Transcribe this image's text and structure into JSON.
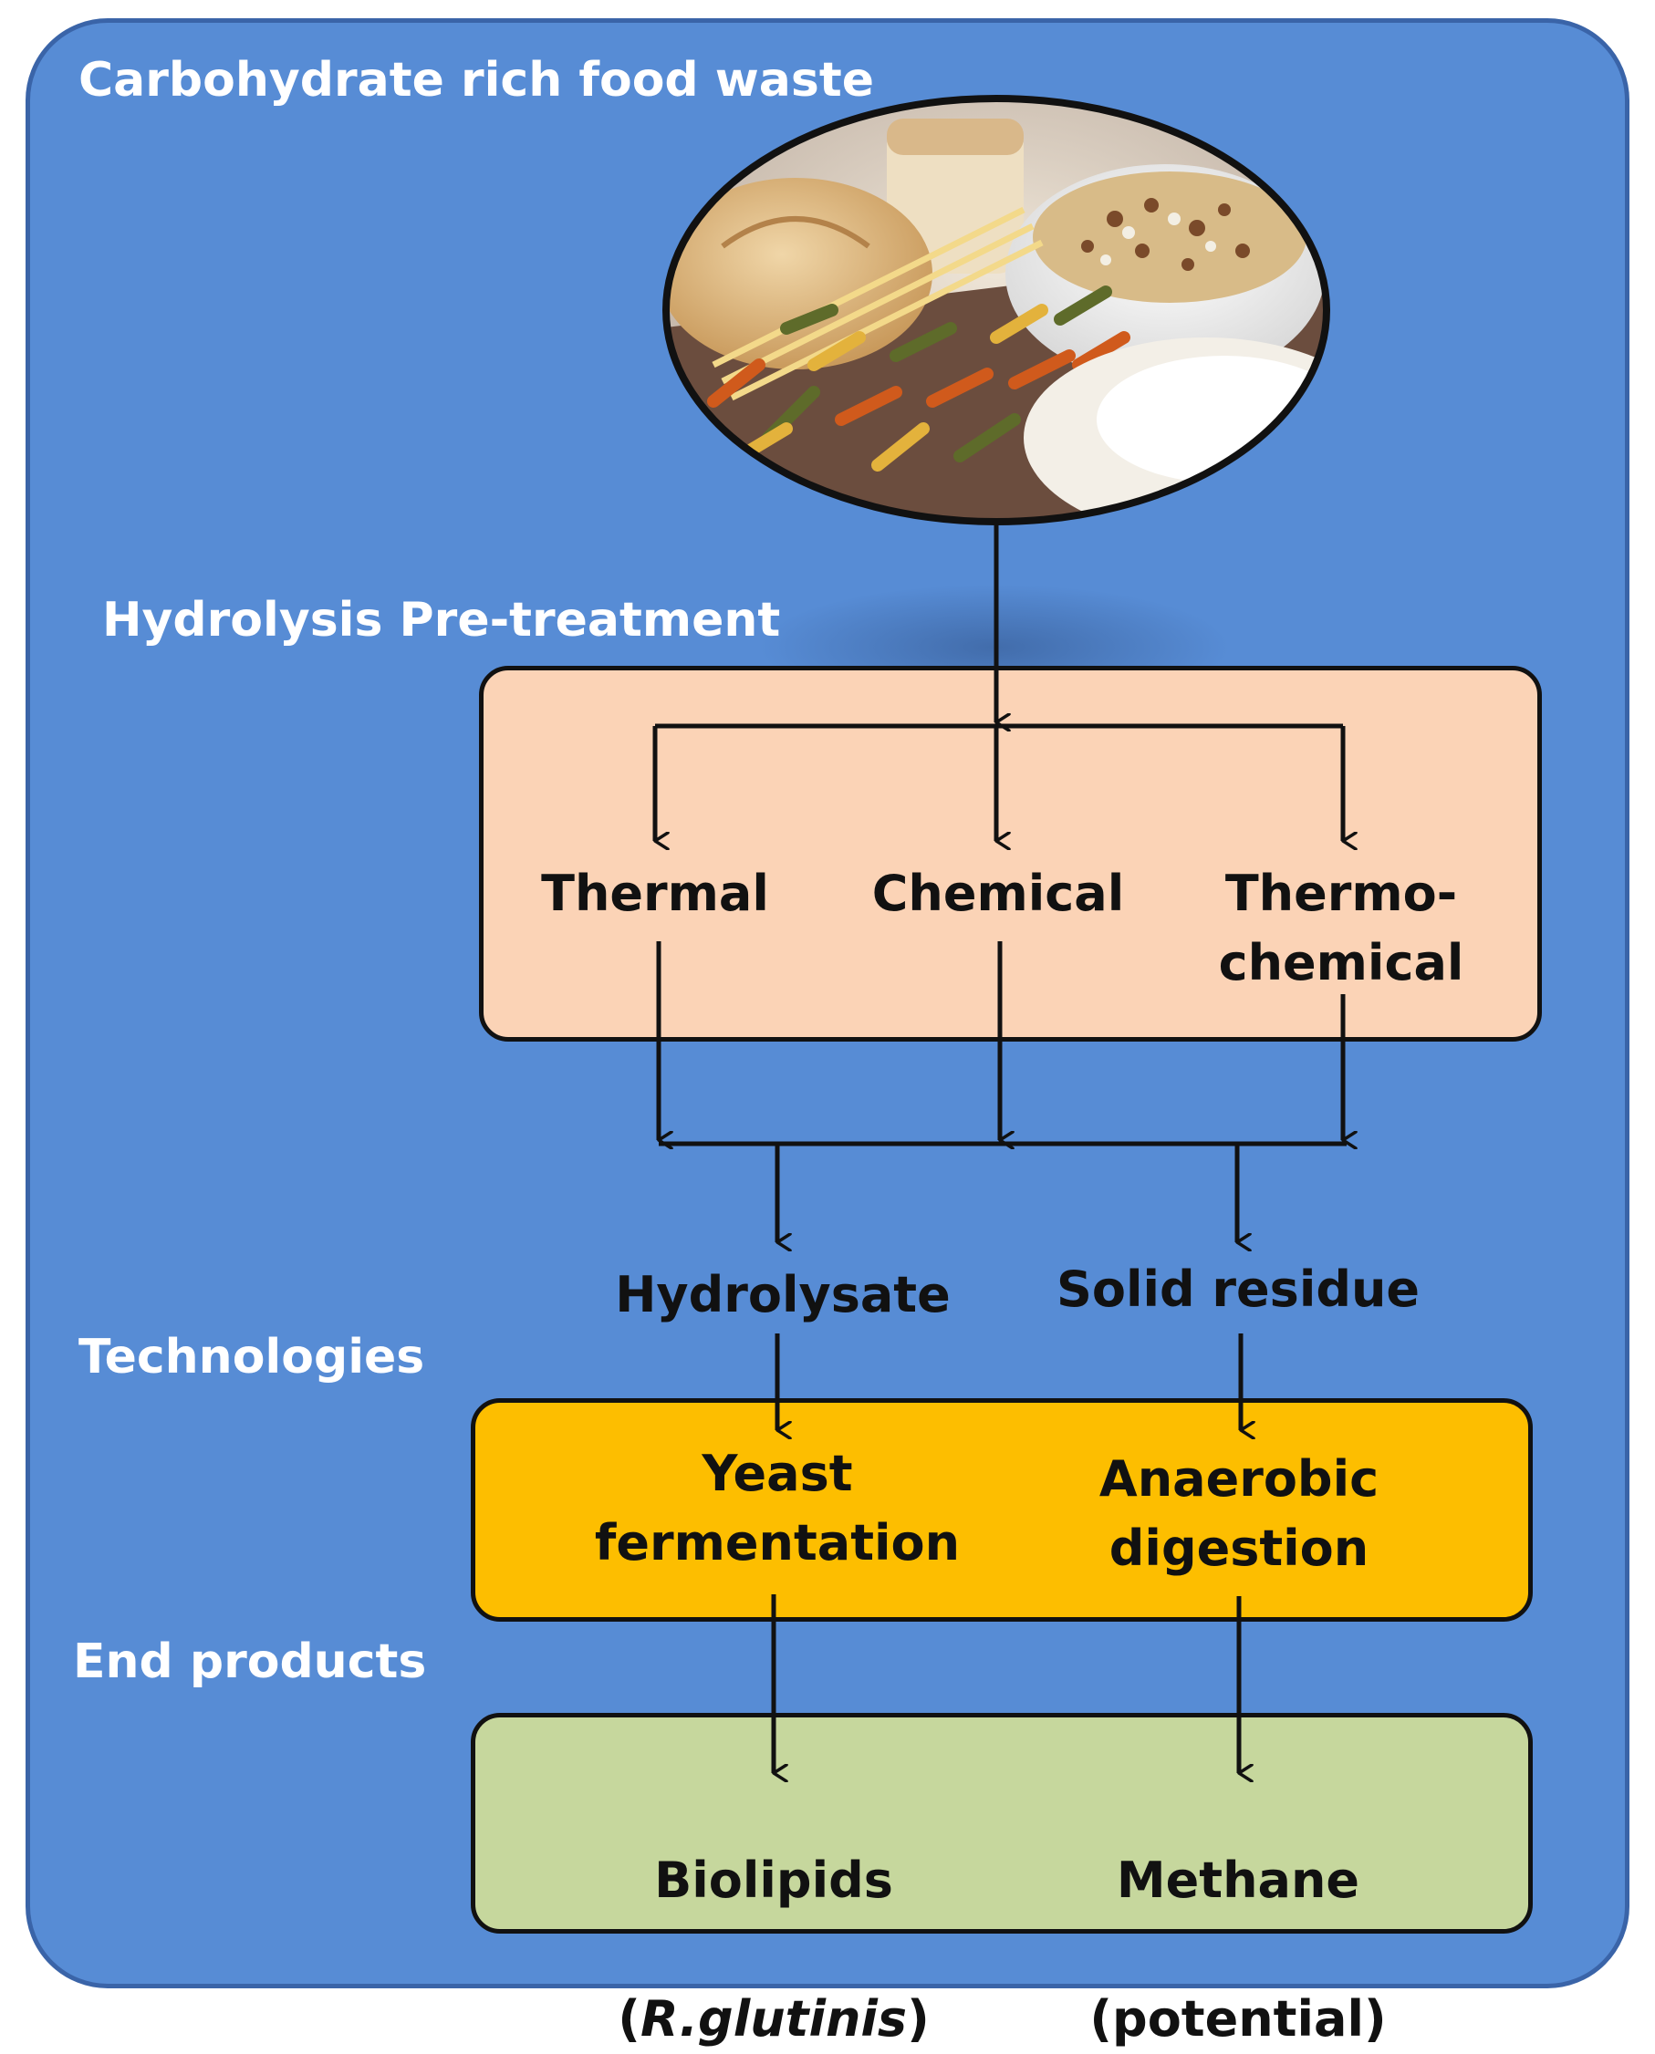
{
  "colors": {
    "panel": "#578cd5",
    "pretreatment_box": "#fbd3b6",
    "technology_box": "#fdbe00",
    "product_box": "#c6d79d",
    "arrow": "#111111",
    "section_text": "#ffffff"
  },
  "sections": {
    "feedstock": "Carbohydrate rich food waste",
    "pretreatment": "Hydrolysis Pre-treatment",
    "technologies": "Technologies",
    "end_products": "End products"
  },
  "image": {
    "name": "food-waste-photo",
    "depicts": "bread, pasta, rice and muesli"
  },
  "pretreatment": [
    {
      "label": "Thermal"
    },
    {
      "label": "Chemical"
    },
    {
      "label": "Thermo-\nchemical"
    }
  ],
  "fractions": [
    {
      "label": "Hydrolysate"
    },
    {
      "label": "Solid residue"
    }
  ],
  "technologies": [
    {
      "label": "Yeast\nfermentation"
    },
    {
      "label": "Anaerobic\ndigestion"
    }
  ],
  "products": [
    {
      "label": "Biolipids",
      "sub_open": "(",
      "sub_italic": "R.glutinis",
      "sub_close": ")"
    },
    {
      "label": "Methane",
      "sub": "(potential)"
    }
  ]
}
